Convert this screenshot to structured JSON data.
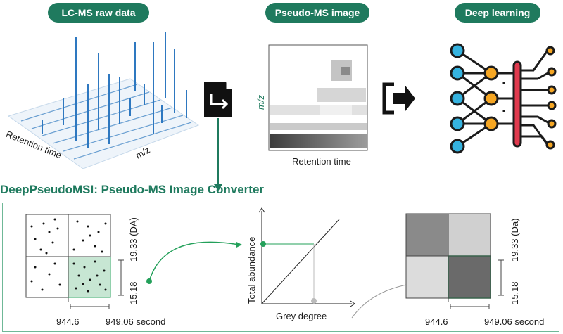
{
  "top": {
    "pill_raw": "LC-MS raw data",
    "pill_pseudo": "Pseudo-MS image",
    "pill_deep": "Deep learning",
    "raw_axis_rt": "Retention time",
    "raw_axis_mz": "m/z",
    "pseudo_axis_mz": "m/z",
    "pseudo_axis_rt": "Retention time"
  },
  "converter": {
    "title": "DeepPseudoMSI: Pseudo-MS Image Converter",
    "left_x_start": "944.6",
    "left_x_end": "949.06 second",
    "left_y_top": "19.33 (DA)",
    "left_y_bottom": "15.18",
    "mid_y_label": "Total abundance",
    "mid_x_label": "Grey degree",
    "right_x_start": "944.6",
    "right_x_end": "949.06 second",
    "right_y_top": "19.33 (Da)",
    "right_y_bottom": "15.18"
  },
  "colors": {
    "brand_green": "#1f7a5e",
    "light_green": "#c7e6d3",
    "dot_green": "#23a05a",
    "neuron_blue": "#35b3e0",
    "neuron_orange": "#f5a623",
    "bar_red": "#e03a4e"
  },
  "icons": [
    "file-export-icon",
    "sign-out-arrow-icon",
    "neural-network-icon"
  ]
}
